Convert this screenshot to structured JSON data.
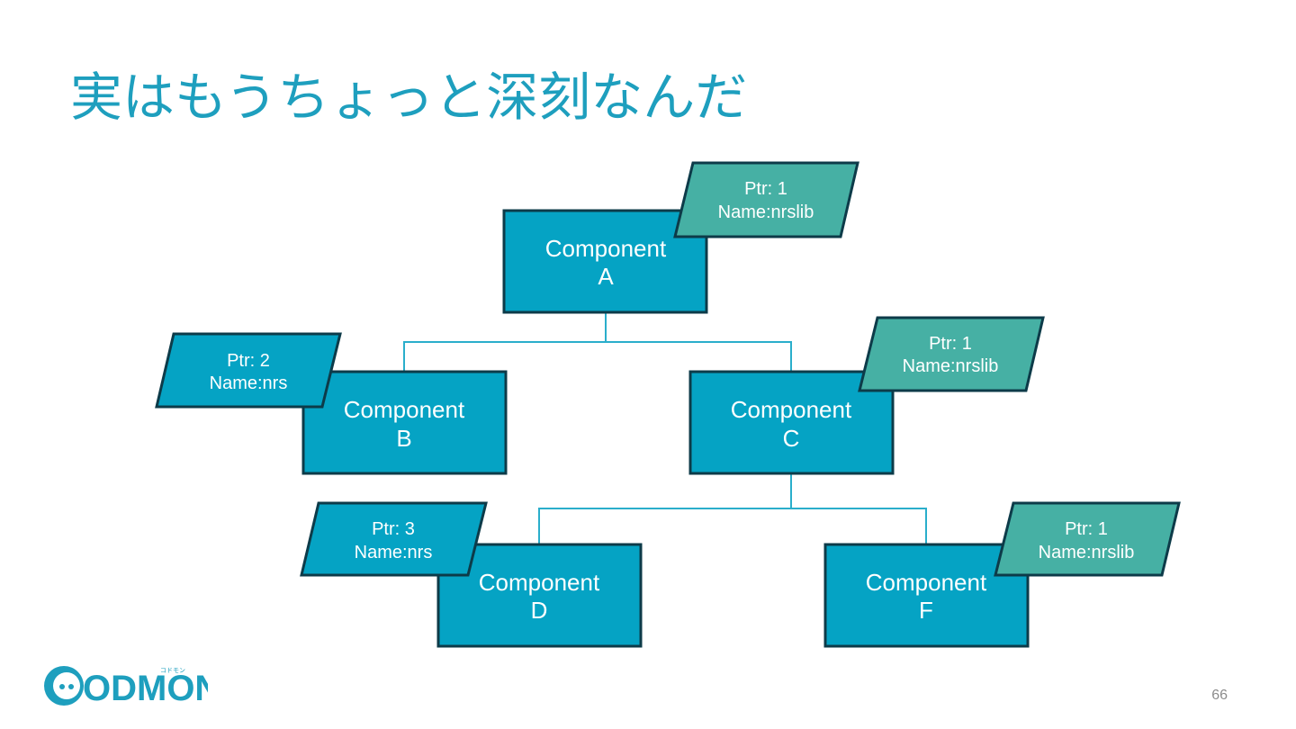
{
  "title": "実はもうちょっと深刻なんだ",
  "page_number": "66",
  "logo": {
    "text": "ODMON",
    "kana": "コドモン",
    "icon": "codmon-face-icon"
  },
  "colors": {
    "title": "#1e9fbe",
    "node_fill": "#05a3c4",
    "tag_fill": "#46b0a4",
    "border": "#0d3b49",
    "connector": "#2aaecb"
  },
  "nodes": [
    {
      "id": "A",
      "line1": "Component",
      "line2": "A"
    },
    {
      "id": "B",
      "line1": "Component",
      "line2": "B"
    },
    {
      "id": "C",
      "line1": "Component",
      "line2": "C"
    },
    {
      "id": "D",
      "line1": "Component",
      "line2": "D"
    },
    {
      "id": "F",
      "line1": "Component",
      "line2": "F"
    }
  ],
  "tags": [
    {
      "node": "A",
      "ptr": "Ptr: 1",
      "name": "Name:nrslib",
      "style": "green"
    },
    {
      "node": "B",
      "ptr": "Ptr: 2",
      "name": "Name:nrs",
      "style": "blue"
    },
    {
      "node": "C",
      "ptr": "Ptr: 1",
      "name": "Name:nrslib",
      "style": "green"
    },
    {
      "node": "D",
      "ptr": "Ptr: 3",
      "name": "Name:nrs",
      "style": "blue"
    },
    {
      "node": "F",
      "ptr": "Ptr: 1",
      "name": "Name:nrslib",
      "style": "green"
    }
  ],
  "edges": [
    {
      "from": "A",
      "to": "B"
    },
    {
      "from": "A",
      "to": "C"
    },
    {
      "from": "C",
      "to": "D"
    },
    {
      "from": "C",
      "to": "F"
    }
  ]
}
